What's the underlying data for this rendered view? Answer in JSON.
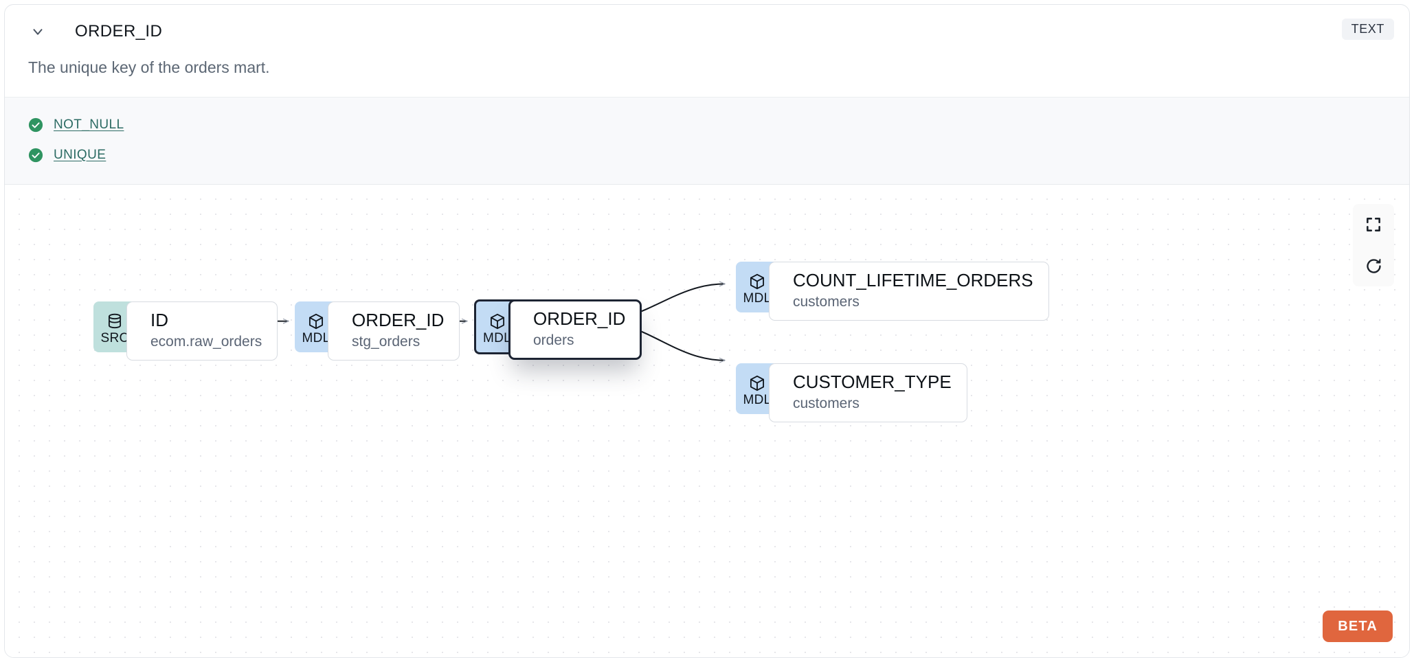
{
  "header": {
    "column_name": "ORDER_ID",
    "chevron_icon": "chevron-down-icon",
    "data_type": "TEXT"
  },
  "description": "The unique key of the orders mart.",
  "tests": [
    {
      "icon": "check-circle-icon",
      "label": "NOT_NULL",
      "status": "pass"
    },
    {
      "icon": "check-circle-icon",
      "label": "UNIQUE",
      "status": "pass"
    }
  ],
  "lineage": {
    "controls": [
      {
        "name": "fit-view-button",
        "icon": "fullscreen-icon"
      },
      {
        "name": "refresh-button",
        "icon": "refresh-icon"
      }
    ],
    "beta_label": "BETA",
    "nodes": [
      {
        "id": "src-id",
        "kind": "SRC",
        "kind_icon": "database-icon",
        "name": "ID",
        "source": "ecom.raw_orders",
        "selected": false
      },
      {
        "id": "stg",
        "kind": "MDL",
        "kind_icon": "cube-icon",
        "name": "ORDER_ID",
        "source": "stg_orders",
        "selected": false
      },
      {
        "id": "orders",
        "kind": "MDL",
        "kind_icon": "cube-icon",
        "name": "ORDER_ID",
        "source": "orders",
        "selected": true
      },
      {
        "id": "cnt",
        "kind": "MDL",
        "kind_icon": "cube-icon",
        "name": "COUNT_LIFETIME_ORDERS",
        "source": "customers",
        "selected": false
      },
      {
        "id": "custtype",
        "kind": "MDL",
        "kind_icon": "cube-icon",
        "name": "CUSTOMER_TYPE",
        "source": "customers",
        "selected": false
      }
    ]
  },
  "colors": {
    "src_badge": "#bfe0dd",
    "mdl_badge": "#c3dcf5",
    "beta": "#e0663e",
    "test_pass": "#2f9461",
    "link": "#2c6b63"
  }
}
